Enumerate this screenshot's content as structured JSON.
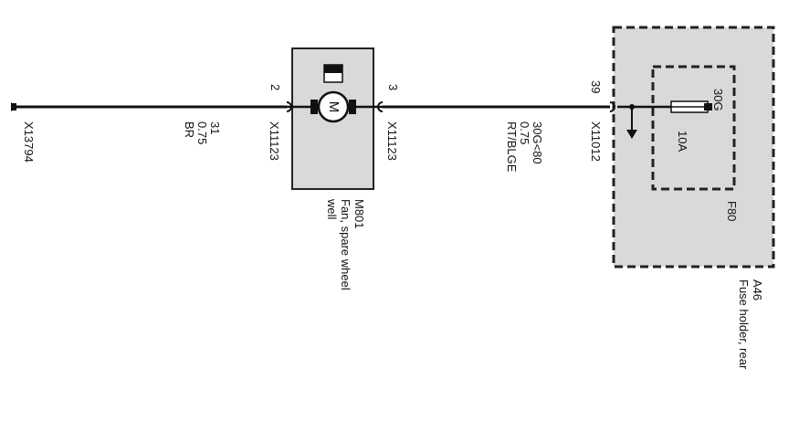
{
  "diagram": {
    "ground_connector": {
      "id": "X13794"
    },
    "wire_left": {
      "circuit": "31",
      "size": "0.75",
      "color": "BR"
    },
    "motor": {
      "connector_left": "X11123",
      "connector_right": "X11123",
      "pin_left": "2",
      "pin_right": "3",
      "symbol": "M",
      "id": "M801",
      "name_line1": "Fan, spare wheel",
      "name_line2": "well"
    },
    "wire_right": {
      "circuit": "30G<80",
      "size": "0.75",
      "color": "RT/BLGE"
    },
    "fuse_holder": {
      "connector": "X11012",
      "pin": "39",
      "fuse_terminal": "30G",
      "fuse_rating": "10A",
      "fuse_id": "F80",
      "holder_id": "A46",
      "holder_name": "Fuse holder, rear"
    },
    "colors": {
      "wire": "#111111",
      "box_fill": "#d9d9d9",
      "background": "#ffffff"
    }
  }
}
